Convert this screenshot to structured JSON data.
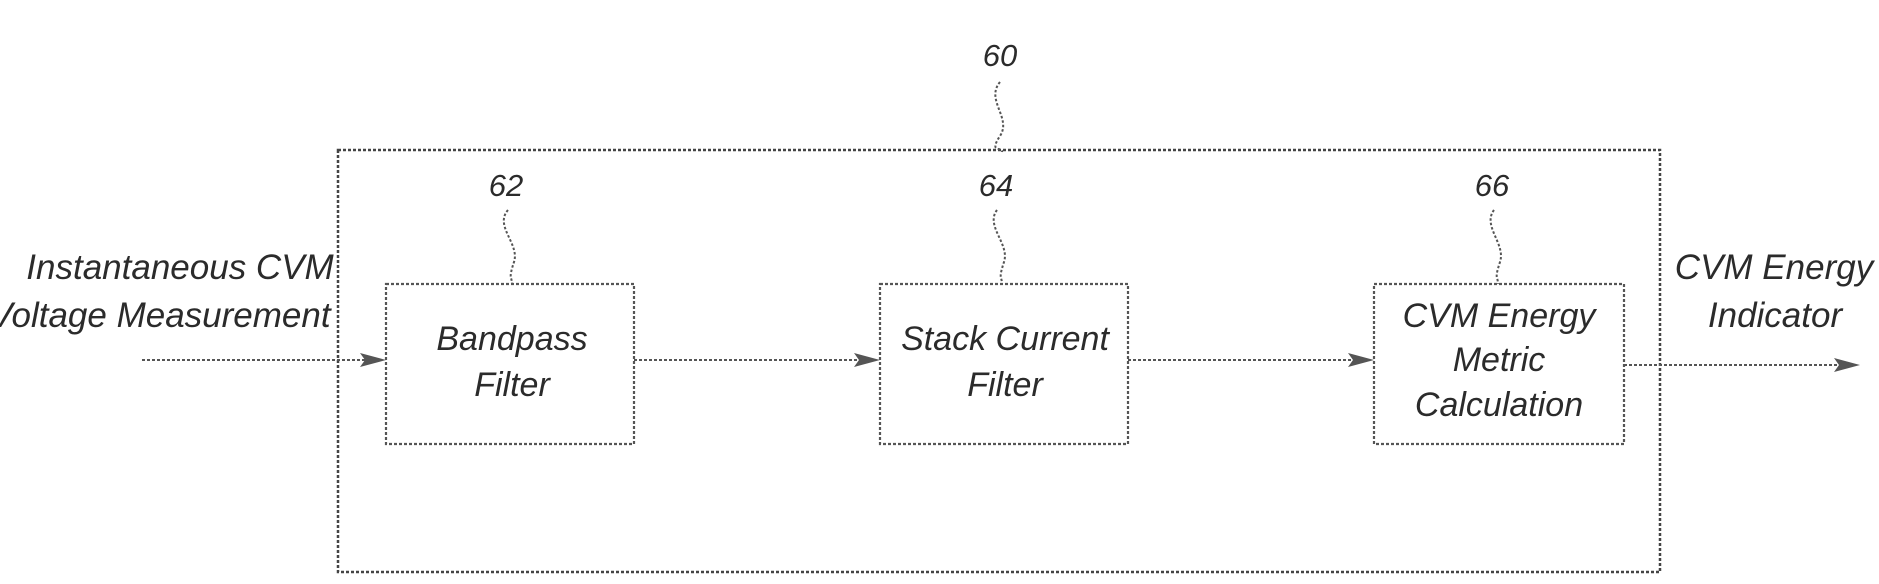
{
  "system": {
    "ref": "60"
  },
  "input": {
    "lines": [
      "Instantaneous CVM",
      "Voltage Measurement"
    ]
  },
  "blocks": [
    {
      "ref": "62",
      "lines": [
        "Bandpass",
        "Filter"
      ]
    },
    {
      "ref": "64",
      "lines": [
        "Stack Current",
        "Filter"
      ]
    },
    {
      "ref": "66",
      "lines": [
        "CVM Energy",
        "Metric",
        "Calculation"
      ]
    }
  ],
  "output": {
    "lines": [
      "CVM Energy",
      "Indicator"
    ]
  }
}
